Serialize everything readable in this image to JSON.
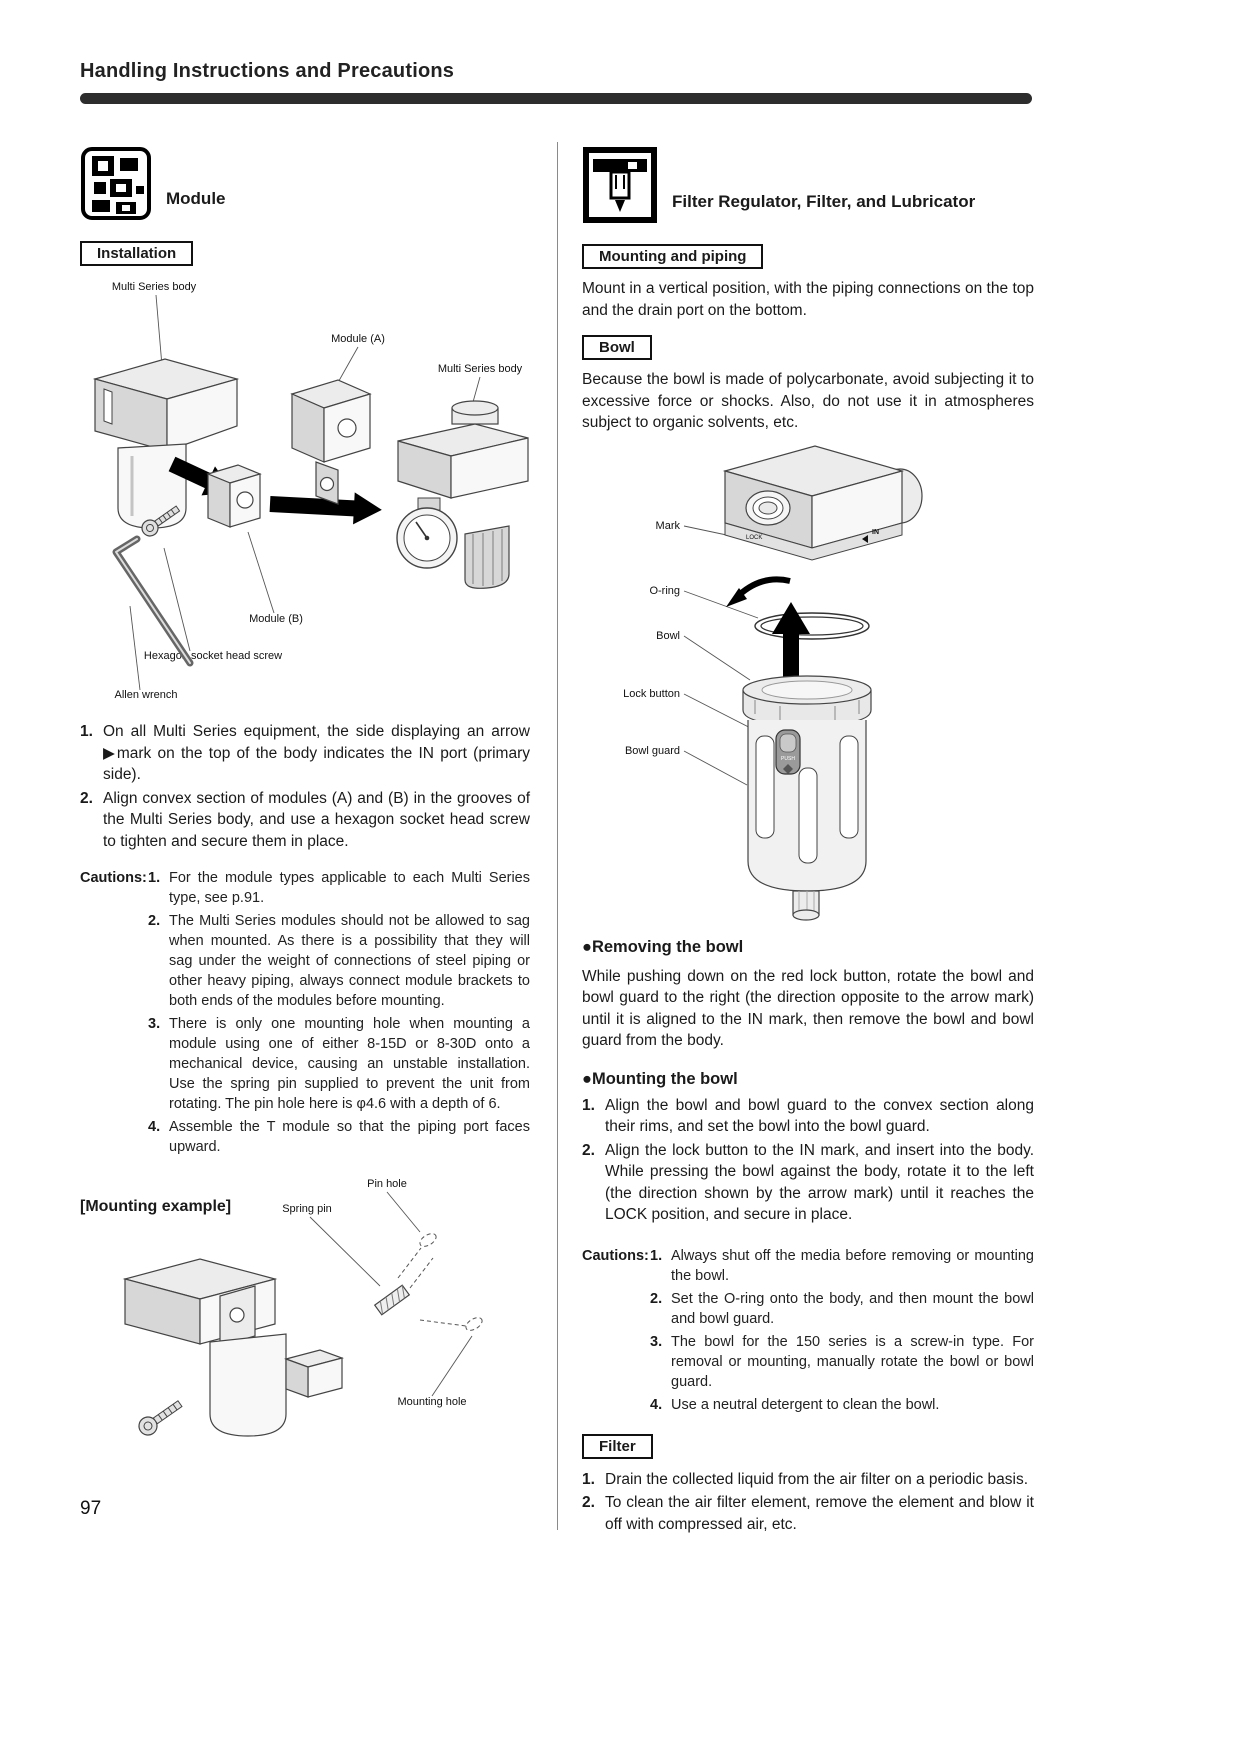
{
  "page": {
    "title": "Handling Instructions and Precautions",
    "page_number": "97"
  },
  "left": {
    "section_title": "Module",
    "installation_heading": "Installation",
    "install_labels": [
      "Multi Series body",
      "Module (A)",
      "Multi Series body",
      "Module (B)",
      "Hexagon socket head screw",
      "Allen wrench"
    ],
    "steps": [
      {
        "num": "1.",
        "text": "On all Multi Series equipment, the side displaying an arrow ▶mark on the top of the body indicates the IN port (primary side)."
      },
      {
        "num": "2.",
        "text": "Align convex section of modules (A) and (B) in the grooves of the Multi Series body, and use a hexagon socket head screw to tighten and secure them in place."
      }
    ],
    "cautions_label": "Cautions:",
    "cautions": [
      {
        "num": "1.",
        "text": "For the module types applicable to each Multi Series type, see p.91."
      },
      {
        "num": "2.",
        "text": "The Multi Series modules should not be allowed to sag when mounted. As there is a possibility that they will sag under the weight of connections of steel piping or other heavy piping, always connect module brackets to both ends of the modules before mounting."
      },
      {
        "num": "3.",
        "text": "There is only one mounting hole when mounting a module using one of either 8-15D or 8-30D onto a mechanical device, causing an unstable installation. Use the spring pin supplied to prevent the unit from rotating. The pin hole here is φ4.6 with a depth of 6."
      },
      {
        "num": "4.",
        "text": "Assemble the T module so that the piping port faces upward."
      }
    ],
    "mounting_example_heading": "[Mounting example]",
    "mounting_labels": [
      "Pin hole",
      "Spring pin",
      "Mounting hole"
    ]
  },
  "right": {
    "section_title": "Filter Regulator, Filter, and Lubricator",
    "mounting_heading": "Mounting and piping",
    "mounting_text": "Mount in a vertical position, with the piping connections on the top and the drain port on the bottom.",
    "bowl_heading": "Bowl",
    "bowl_text": "Because the bowl is made of polycarbonate, avoid subjecting it to excessive force or shocks. Also, do not use it in atmospheres subject to organic solvents, etc.",
    "bowl_labels": [
      "Mark",
      "O-ring",
      "Bowl",
      "Lock button",
      "Bowl guard"
    ],
    "bowl_diagram_texts": {
      "lock": "LOCK",
      "in": "IN",
      "push": "PUSH"
    },
    "removing_heading": "●Removing the bowl",
    "removing_text": "While pushing down on the red lock button, rotate the bowl and bowl guard to the right (the direction opposite to the arrow mark) until it is aligned to the IN mark, then remove the bowl and bowl guard from the body.",
    "mounting_bowl_heading": "●Mounting the bowl",
    "mounting_bowl_steps": [
      {
        "num": "1.",
        "text": "Align the bowl and bowl guard to the convex section along their rims, and set the bowl into the bowl guard."
      },
      {
        "num": "2.",
        "text": "Align the lock button to the IN mark, and insert into the body. While pressing the bowl against the body, rotate it to the left (the direction shown by the arrow mark) until it reaches the LOCK position, and secure in place."
      }
    ],
    "cautions_label": "Cautions:",
    "cautions": [
      {
        "num": "1.",
        "text": "Always shut off the media before removing or mounting the bowl."
      },
      {
        "num": "2.",
        "text": "Set the O-ring onto the body, and then mount the bowl and bowl guard."
      },
      {
        "num": "3.",
        "text": "The bowl for the 150 series is a screw-in type. For removal or mounting, manually rotate the bowl or bowl guard."
      },
      {
        "num": "4.",
        "text": "Use a neutral detergent to clean the bowl."
      }
    ],
    "filter_heading": "Filter",
    "filter_steps": [
      {
        "num": "1.",
        "text": "Drain the collected liquid from the air filter on a periodic basis."
      },
      {
        "num": "2.",
        "text": "To clean the air filter element, remove the element and blow it off with compressed air, etc."
      }
    ]
  }
}
